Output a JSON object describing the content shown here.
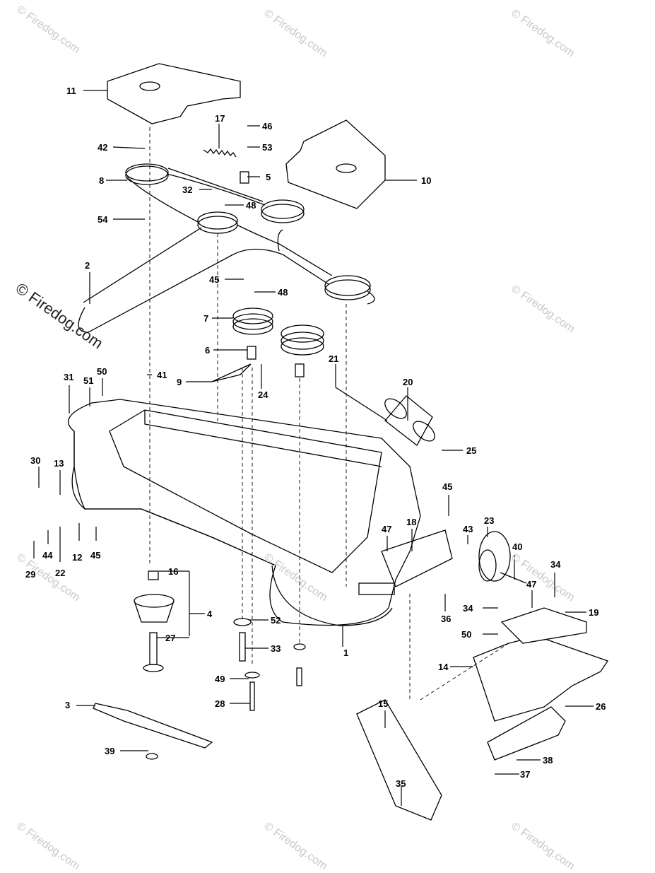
{
  "watermark": "© Firedog.com",
  "callouts": [
    "1",
    "2",
    "3",
    "4",
    "5",
    "6",
    "7",
    "8",
    "9",
    "10",
    "11",
    "12",
    "13",
    "14",
    "15",
    "16",
    "17",
    "18",
    "19",
    "20",
    "21",
    "22",
    "23",
    "24",
    "25",
    "26",
    "27",
    "28",
    "29",
    "30",
    "31",
    "32",
    "33",
    "34",
    "35",
    "36",
    "37",
    "38",
    "39",
    "40",
    "41",
    "42",
    "43",
    "44",
    "45",
    "46",
    "47",
    "48",
    "49",
    "50",
    "51",
    "52",
    "53",
    "54"
  ]
}
